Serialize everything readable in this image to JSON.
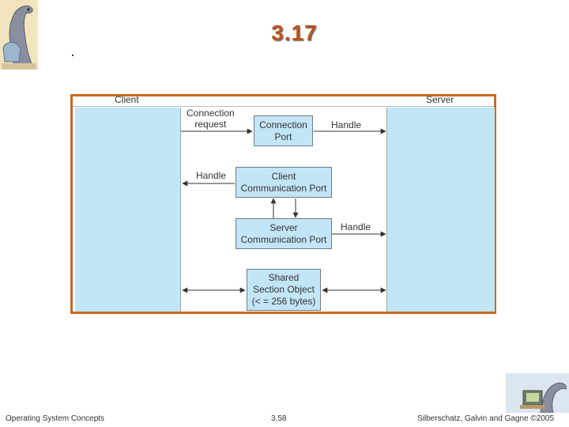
{
  "slide": {
    "title": "3.17",
    "footer_left": "Operating System Concepts",
    "footer_center": "3.58",
    "footer_right": "Silberschatz, Galvin and Gagne ©2005"
  },
  "diagram": {
    "client_label": "Client",
    "server_label": "Server",
    "connection_request": [
      "Connection",
      "request"
    ],
    "handle_top": "Handle",
    "handle_left": "Handle",
    "handle_right": "Handle",
    "connection_port": [
      "Connection",
      "Port"
    ],
    "client_comm_port": [
      "Client",
      "Communication Port"
    ],
    "server_comm_port": [
      "Server",
      "Communication Port"
    ],
    "shared_section": [
      "Shared",
      "Section Object",
      "(< = 256 bytes)"
    ]
  },
  "colors": {
    "title": "#b5541c",
    "frame": "#c96a1c",
    "panel": "#c2e6f8"
  }
}
